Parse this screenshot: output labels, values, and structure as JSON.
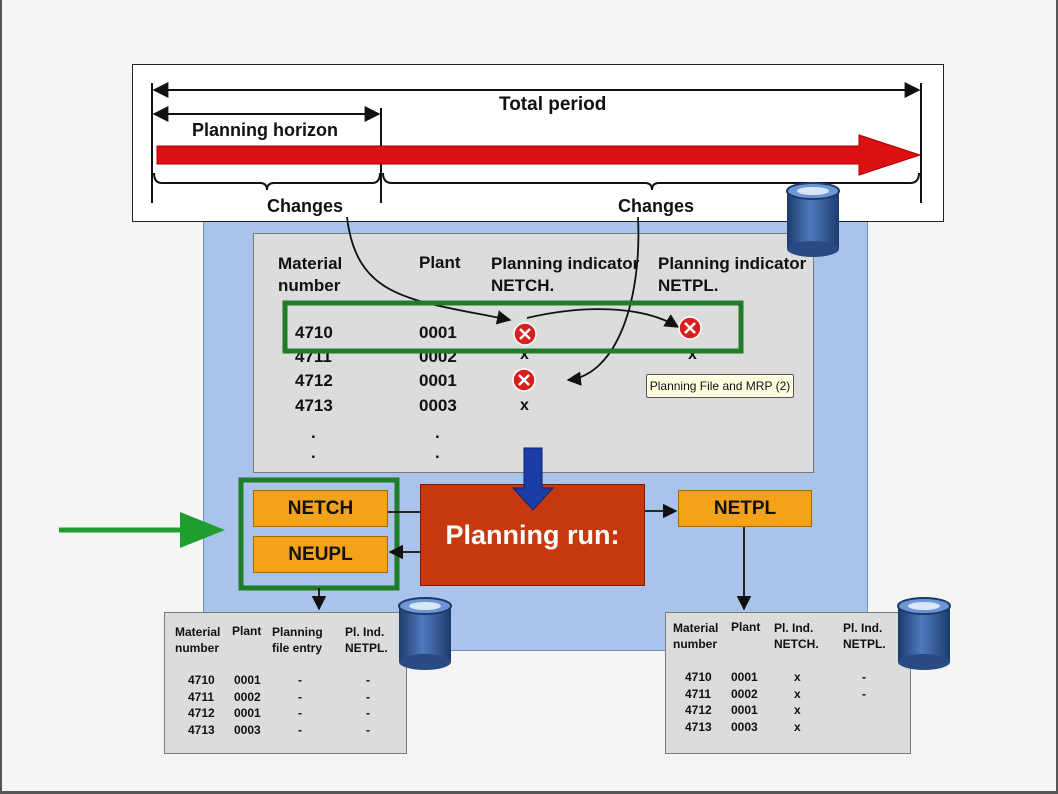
{
  "timeline": {
    "total_period": "Total period",
    "planning_horizon": "Planning horizon",
    "changes_left": "Changes",
    "changes_right": "Changes"
  },
  "main_table": {
    "headers": [
      "Material number",
      "Plant",
      "Planning indicator NETCH.",
      "Planning indicator NETPL."
    ],
    "header_lines": {
      "material": [
        "Material",
        "number"
      ],
      "plant": "Plant",
      "netch": [
        "Planning indicator",
        "NETCH."
      ],
      "netpl": [
        "Planning indicator",
        "NETPL."
      ]
    },
    "rows": [
      {
        "material": "4710",
        "plant": "0001",
        "netch": "x",
        "netpl": "x"
      },
      {
        "material": "4711",
        "plant": "0002",
        "netch": "x",
        "netpl": "x"
      },
      {
        "material": "4712",
        "plant": "0001",
        "netch": "x",
        "netpl": ""
      },
      {
        "material": "4713",
        "plant": "0003",
        "netch": "x",
        "netpl": ""
      }
    ],
    "ellipsis": ".",
    "tooltip": "Planning File and MRP (2)"
  },
  "process": {
    "netch": "NETCH",
    "neupl": "NEUPL",
    "planning_run": "Planning run:",
    "netpl": "NETPL"
  },
  "left_table": {
    "h_material": [
      "Material",
      "number"
    ],
    "h_plant": "Plant",
    "h_entry": [
      "Planning",
      "file entry"
    ],
    "h_ind": [
      "Pl. Ind.",
      "NETPL."
    ],
    "rows": [
      [
        "4710",
        "0001",
        "-",
        "-"
      ],
      [
        "4711",
        "0002",
        "-",
        "-"
      ],
      [
        "4712",
        "0001",
        "-",
        "-"
      ],
      [
        "4713",
        "0003",
        "-",
        "-"
      ]
    ]
  },
  "right_table": {
    "h_material": [
      "Material",
      "number"
    ],
    "h_plant": "Plant",
    "h_netch": [
      "Pl. Ind.",
      "NETCH."
    ],
    "h_netpl": [
      "Pl. Ind.",
      "NETPL."
    ],
    "rows": [
      [
        "4710",
        "0001",
        "x",
        "-"
      ],
      [
        "4711",
        "0002",
        "x",
        "-"
      ],
      [
        "4712",
        "0001",
        "x",
        ""
      ],
      [
        "4713",
        "0003",
        "x",
        ""
      ]
    ]
  },
  "colors": {
    "arrow_red": "#dd1111",
    "highlight_green": "#1e7d26",
    "orange": "#f3a21a",
    "run_red": "#c8380f",
    "panel_blue": "#a9c3ea",
    "db_blue": "#2c4e86"
  }
}
